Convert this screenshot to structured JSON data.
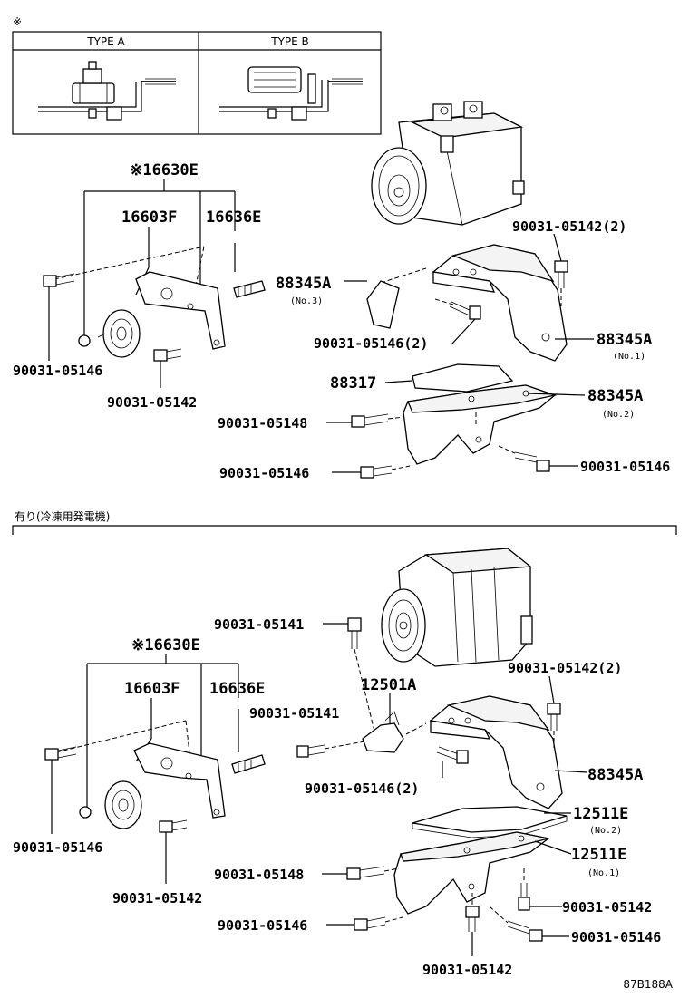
{
  "header": {
    "mark": "※",
    "type_a": "TYPE A",
    "type_b": "TYPE B"
  },
  "section_heading": "有り(冷凍用発電機)",
  "footer_code": "87B188A",
  "upper": {
    "labels": {
      "set_16630e": "※16630E",
      "p16603f": "16603F",
      "p16636e": "16636E",
      "b_left_05146": "90031-05146",
      "b_05142": "90031-05142",
      "p88345a_no3": "88345A",
      "no3": "(No.3)",
      "b_05146_2": "90031-05146(2)",
      "b_05142_2": "90031-05142(2)",
      "p88345a_no1": "88345A",
      "no1": "(No.1)",
      "p88317": "88317",
      "p88345a_no2": "88345A",
      "no2": "(No.2)",
      "b_05148": "90031-05148",
      "b_mid_05146": "90031-05146",
      "b_right_05146": "90031-05146"
    }
  },
  "lower": {
    "labels": {
      "set_16630e": "※16630E",
      "p16603f": "16603F",
      "p16636e": "16636E",
      "b_left_05146": "90031-05146",
      "b_05142": "90031-05142",
      "b_05141_top": "90031-05141",
      "p12501a": "12501A",
      "b_05141_mid": "90031-05141",
      "b_05146_2": "90031-05146(2)",
      "b_05142_2": "90031-05142(2)",
      "p88345a": "88345A",
      "p12511e_no2": "12511E",
      "no2": "(No.2)",
      "p12511e_no1": "12511E",
      "no1": "(No.1)",
      "b_05148": "90031-05148",
      "b_right_05142": "90031-05142",
      "b_mid_05146": "90031-05146",
      "b_right_05146": "90031-05146",
      "b_bottom_05142": "90031-05142"
    }
  }
}
